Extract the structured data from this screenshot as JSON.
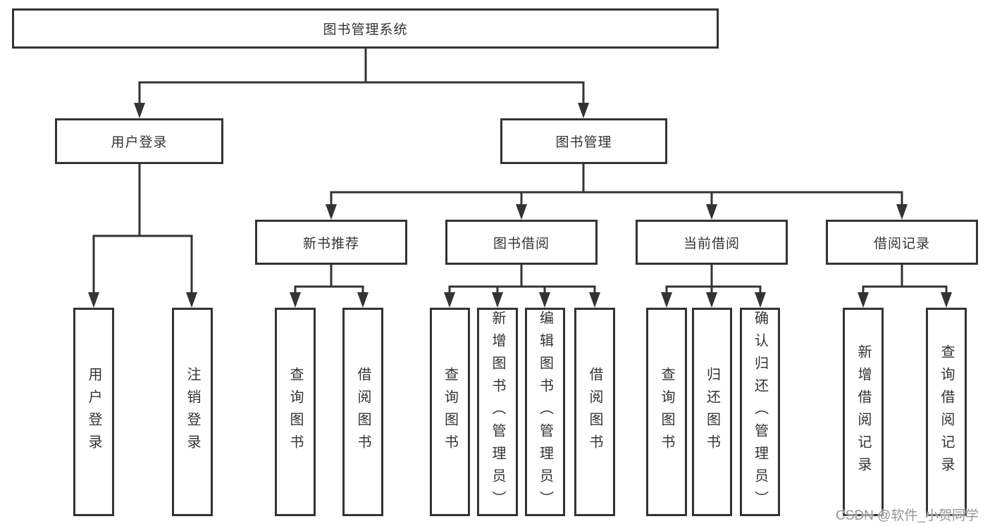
{
  "diagram": {
    "root": "图书管理系统",
    "level2": [
      "用户登录",
      "图书管理"
    ],
    "level3": [
      "新书推荐",
      "图书借阅",
      "当前借阅",
      "借阅记录"
    ],
    "leaves": {
      "user_login": [
        "用户登录",
        "注销登录"
      ],
      "new_book_recommend": [
        "查询图书",
        "借阅图书"
      ],
      "book_borrow": [
        "查询图书",
        "新增图书（管理员）",
        "编辑图书（管理员）",
        "借阅图书"
      ],
      "current_borrow": [
        "查询图书",
        "归还图书",
        "确认归还（管理员）"
      ],
      "borrow_record": [
        "新增借阅记录",
        "查询借阅记录"
      ]
    }
  },
  "watermark": {
    "text": "CSDN @软件_小贺同学"
  },
  "colors": {
    "line": "#333333",
    "text": "#333333",
    "watermark": "#969696",
    "background": "#ffffff"
  }
}
